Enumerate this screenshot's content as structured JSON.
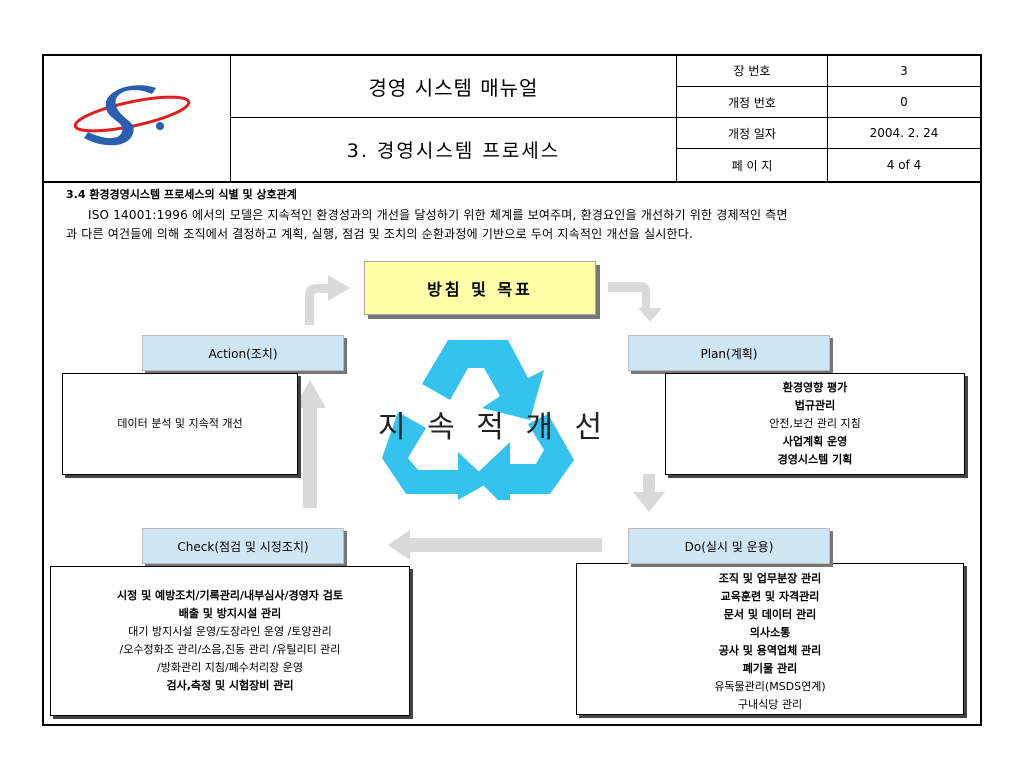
{
  "header": {
    "logo_name": "company-logo",
    "title": "경영 시스템 매뉴얼",
    "subtitle": "3. 경영시스템 프로세스",
    "meta": [
      {
        "label": "장 번호",
        "value": "3"
      },
      {
        "label": "개정 번호",
        "value": "0"
      },
      {
        "label": "개정 일자",
        "value": "2004. 2. 24"
      },
      {
        "label": "페 이 지",
        "value": "4 of 4"
      }
    ]
  },
  "section": {
    "heading": "3.4 환경경영시스템 프로세스의 식별 및 상호관계",
    "intro_line1": "ISO 14001:1996 에서의 모델은 지속적인 환경성과의 개선을 달성하기 위한 체계를 보여주며, 환경요인을 개선하기 위한 경제적인 측면",
    "intro_line2": "과 다른 여건들에 의해 조직에서 결정하고 계획, 실행, 점검 및 조치의 순환과정에 기반으로 두어 지속적인 개선을 실시한다."
  },
  "diagram": {
    "goal": "방침 및 목표",
    "center": "지 속 적 개 선",
    "action": {
      "label": "Action(조치)",
      "items": [
        "데이터 분석 및 지속적 개선"
      ]
    },
    "plan": {
      "label": "Plan(계획)",
      "items": [
        "환경영향 평가",
        "법규관리",
        "안전,보건 관리 지침",
        "사업계획 운영",
        "경영시스템 기획"
      ]
    },
    "check": {
      "label": "Check(점검 및 시정조치)",
      "items": [
        "시정 및 예방조치/기록관리/내부심사/경영자 검토",
        "배출 및 방지시설 관리",
        "대기 방지시설 운영/도장라인 운영 /토양관리",
        "/오수정화조 관리/소음,진동 관리 /유틸리티 관리",
        "/방화관리 지침/폐수처리장 운영",
        "검사,측정 및 시험장비 관리"
      ]
    },
    "do": {
      "label": "Do(실시 및 운용)",
      "items": [
        "조직 및 업무분장 관리",
        "교육훈련 및 자격관리",
        "문서 및 데이터 관리",
        "의사소통",
        "공사 및 용역업체 관리",
        "폐기물 관리",
        "유독물관리(MSDS연계)",
        "구내식당 관리"
      ]
    },
    "colors": {
      "label_bg": "#cfe6f7",
      "goal_bg": "#ffffa8",
      "arrow": "#d9d9d9",
      "recycle": "#33c3ee"
    }
  }
}
